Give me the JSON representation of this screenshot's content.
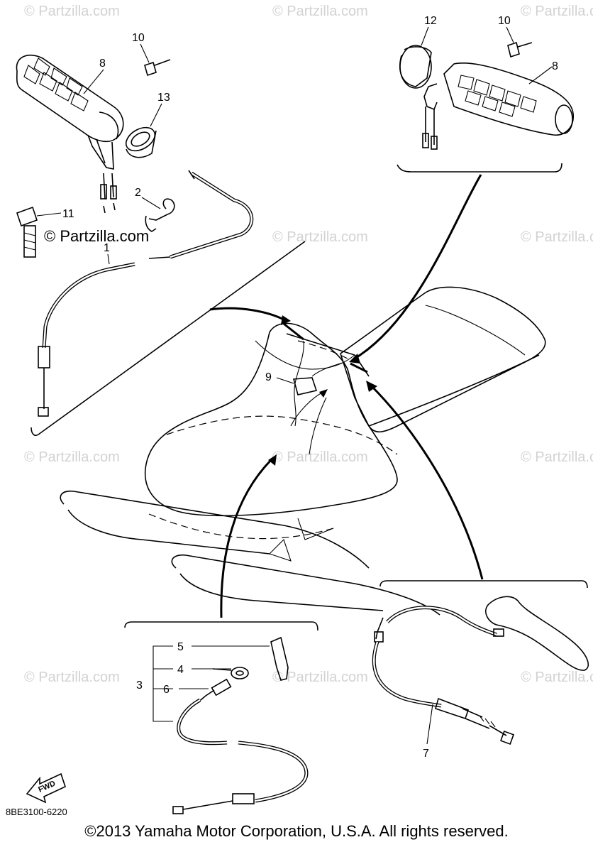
{
  "watermark_text": "© Partzilla.com",
  "part_code": "8BE3100-6220",
  "fwd_label": "FWD",
  "copyright": "©2013 Yamaha Motor Corporation, U.S.A. All rights reserved.",
  "callouts": {
    "c1": "1",
    "c2": "2",
    "c3": "3",
    "c4": "4",
    "c5": "5",
    "c6": "6",
    "c7": "7",
    "c8a": "8",
    "c8b": "8",
    "c9": "9",
    "c10a": "10",
    "c10b": "10",
    "c11": "11",
    "c12": "12",
    "c13": "13"
  }
}
